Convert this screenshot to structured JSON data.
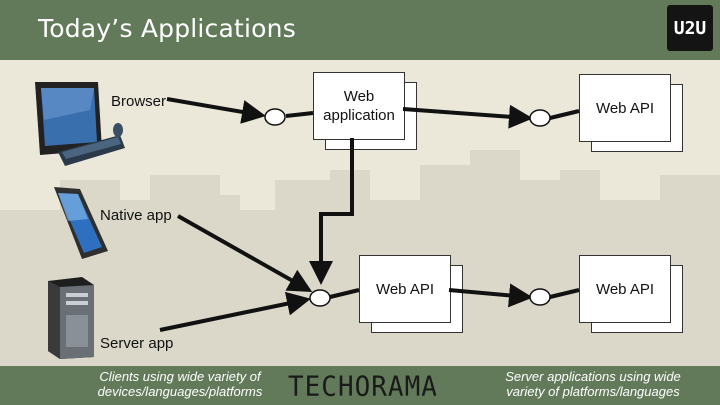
{
  "header": {
    "title": "Today’s Applications",
    "logo_text": "U2U"
  },
  "clients": {
    "browser": "Browser",
    "native": "Native app",
    "server": "Server app"
  },
  "boxes": {
    "web_app": "Web application",
    "web_api_top": "Web API",
    "web_api_mid": "Web API",
    "web_api_right": "Web API"
  },
  "footer": {
    "left_caption": "Clients using wide variety of devices/languages/platforms",
    "center_logo": "TECHORAMA",
    "right_caption": "Server applications using wide variety of platforms/languages"
  },
  "colors": {
    "header": "#627a5a",
    "background": "#ebe8da",
    "skyline": "#d9d6c6"
  }
}
